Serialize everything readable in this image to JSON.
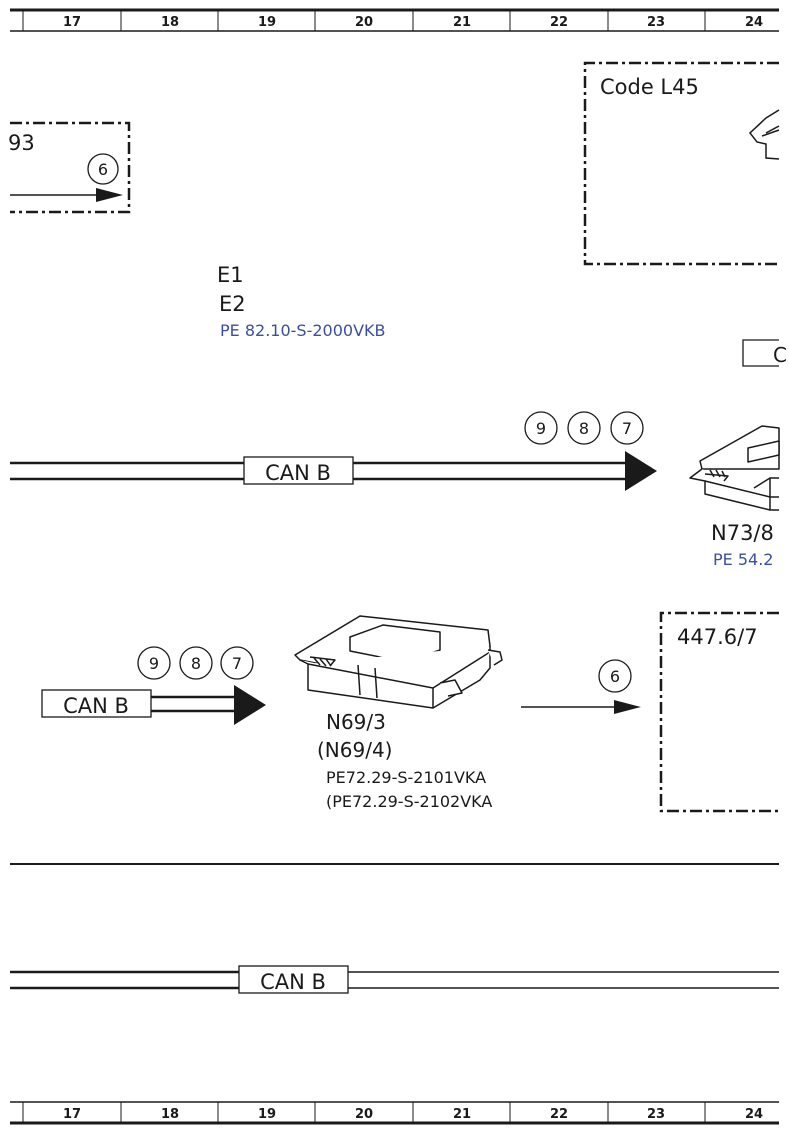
{
  "ruler": {
    "top": [
      "17",
      "18",
      "19",
      "20",
      "21",
      "22",
      "23",
      "24"
    ],
    "bottom": [
      "17",
      "18",
      "19",
      "20",
      "21",
      "22",
      "23",
      "24"
    ]
  },
  "labels": {
    "box93": "93",
    "box93_circle": "6",
    "code_l45": "Code L45",
    "e1": "E1",
    "e2": "E2",
    "e_ref": "PE 82.10-S-2000VKB",
    "can_b_top": "CAN B",
    "circles_top": [
      "9",
      "8",
      "7"
    ],
    "n73_8": "N73/8",
    "n73_8_ref": "PE 54.2",
    "right_box_partial": "C",
    "circles_mid": [
      "9",
      "8",
      "7"
    ],
    "can_b_mid": "CAN B",
    "n69_3": "N69/3",
    "n69_4": "(N69/4)",
    "n69_3_ref": "PE72.29-S-2101VKA",
    "n69_4_ref": "(PE72.29-S-2102VKA",
    "arrow_circle_6": "6",
    "box_447": "447.6/7",
    "can_b_bottom": "CAN B"
  },
  "colors": {
    "line": "#1a1a1a",
    "reference_text": "#3b4fa0",
    "background": "#ffffff"
  }
}
